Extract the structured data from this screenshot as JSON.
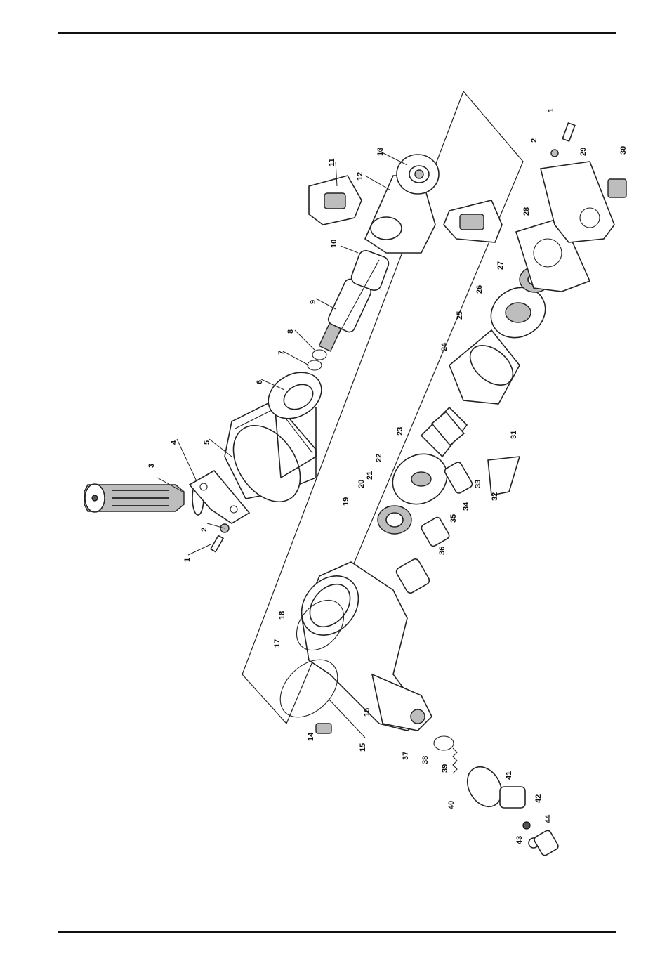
{
  "page": {
    "part_labels": [
      {
        "id": "p1a",
        "text": "1"
      },
      {
        "id": "p2a",
        "text": "2"
      },
      {
        "id": "p3",
        "text": "3"
      },
      {
        "id": "p4",
        "text": "4"
      },
      {
        "id": "p5",
        "text": "5"
      },
      {
        "id": "p6",
        "text": "6"
      },
      {
        "id": "p7",
        "text": "7"
      },
      {
        "id": "p8",
        "text": "8"
      },
      {
        "id": "p9",
        "text": "9"
      },
      {
        "id": "p10",
        "text": "10"
      },
      {
        "id": "p11",
        "text": "11"
      },
      {
        "id": "p12",
        "text": "12"
      },
      {
        "id": "p13",
        "text": "13"
      },
      {
        "id": "p14",
        "text": "14"
      },
      {
        "id": "p15",
        "text": "15"
      },
      {
        "id": "p16",
        "text": "16"
      },
      {
        "id": "p17",
        "text": "17"
      },
      {
        "id": "p18",
        "text": "18"
      },
      {
        "id": "p19",
        "text": "19"
      },
      {
        "id": "p20",
        "text": "20"
      },
      {
        "id": "p21",
        "text": "21"
      },
      {
        "id": "p22",
        "text": "22"
      },
      {
        "id": "p23",
        "text": "23"
      },
      {
        "id": "p24",
        "text": "24"
      },
      {
        "id": "p25",
        "text": "25"
      },
      {
        "id": "p26",
        "text": "26"
      },
      {
        "id": "p27",
        "text": "27"
      },
      {
        "id": "p28",
        "text": "28"
      },
      {
        "id": "p29",
        "text": "29"
      },
      {
        "id": "p30",
        "text": "30"
      },
      {
        "id": "p31",
        "text": "31"
      },
      {
        "id": "p32",
        "text": "32"
      },
      {
        "id": "p33",
        "text": "33"
      },
      {
        "id": "p34",
        "text": "34"
      },
      {
        "id": "p35",
        "text": "35"
      },
      {
        "id": "p36",
        "text": "36"
      },
      {
        "id": "p37",
        "text": "37"
      },
      {
        "id": "p38",
        "text": "38"
      },
      {
        "id": "p39",
        "text": "39"
      },
      {
        "id": "p40",
        "text": "40"
      },
      {
        "id": "p41",
        "text": "41"
      },
      {
        "id": "p42",
        "text": "42"
      },
      {
        "id": "p43",
        "text": "43"
      },
      {
        "id": "p44",
        "text": "44"
      },
      {
        "id": "p1b",
        "text": "1"
      },
      {
        "id": "p2b",
        "text": "2"
      }
    ]
  }
}
